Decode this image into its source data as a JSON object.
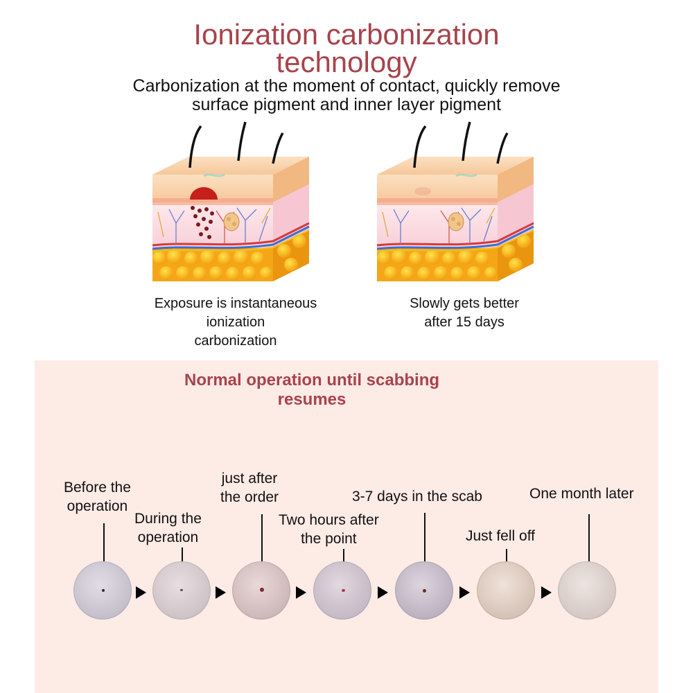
{
  "header": {
    "title_line1": "Ionization carbonization",
    "title_line2": "technology",
    "subtitle_line1": "Carbonization at the moment of contact, quickly remove",
    "subtitle_line2": "surface pigment and inner layer pigment"
  },
  "diagrams": [
    {
      "caption_lines": [
        "Exposure is instantaneous",
        "ionization",
        "carbonization"
      ]
    },
    {
      "caption_lines": [
        "Slowly gets better",
        "after 15 days"
      ]
    }
  ],
  "process": {
    "title_line1": "Normal operation until scabbing",
    "title_line2": "resumes",
    "steps": [
      {
        "label_lines": [
          "Before the",
          "operation"
        ]
      },
      {
        "label_lines": [
          "During the",
          "operation"
        ]
      },
      {
        "label_lines": [
          "just after",
          "the order"
        ]
      },
      {
        "label_lines": [
          "Two hours after",
          "the point"
        ]
      },
      {
        "label_lines": [
          "3-7 days in the scab"
        ]
      },
      {
        "label_lines": [
          "Just fell off"
        ]
      },
      {
        "label_lines": [
          "One month later"
        ]
      }
    ]
  },
  "colors": {
    "accent": "#a8434c",
    "panel_background": "#fdebe6"
  }
}
